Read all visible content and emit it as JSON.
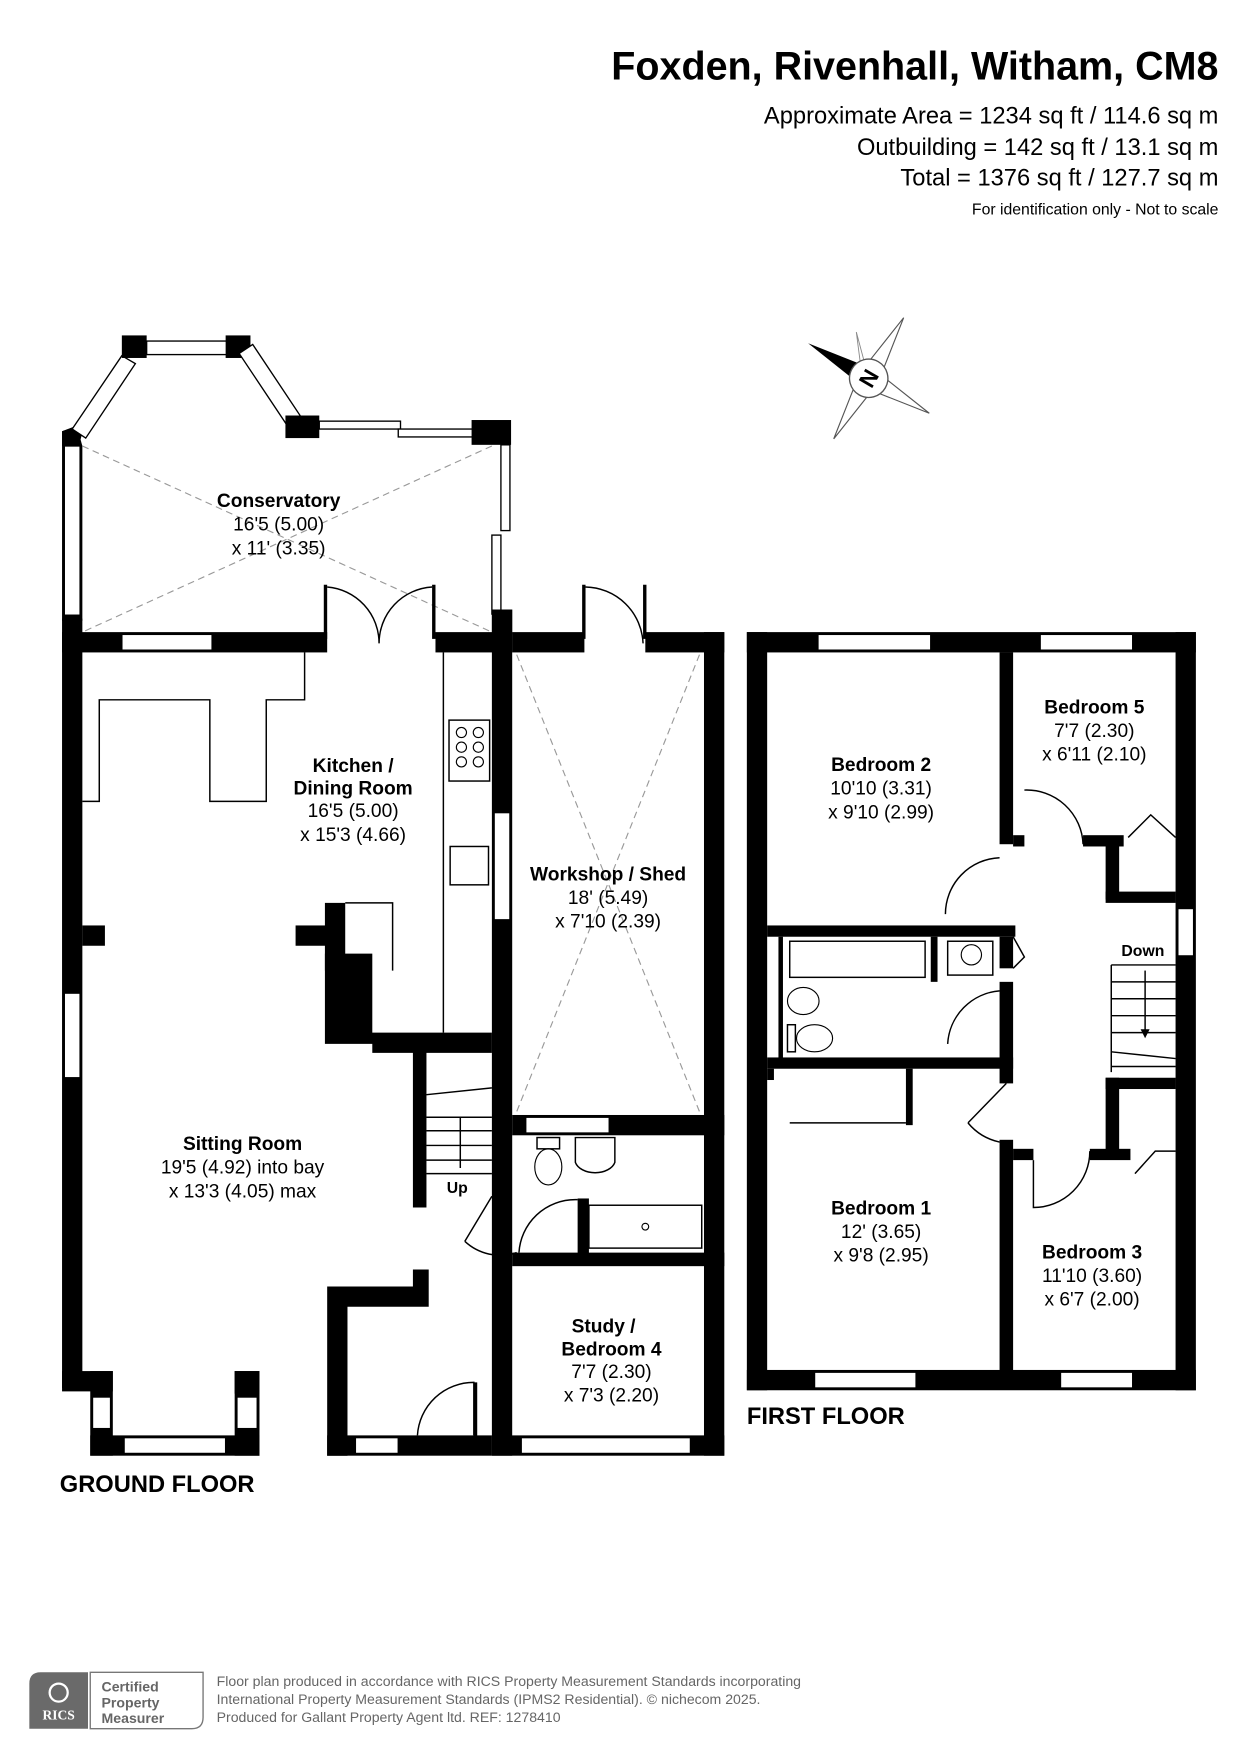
{
  "header": {
    "title": "Foxden, Rivenhall, Witham, CM8",
    "approx_area": "Approximate Area = 1234 sq ft / 114.6 sq m",
    "outbuilding": "Outbuilding = 142 sq ft / 13.1 sq m",
    "total": "Total = 1376 sq ft / 127.7 sq m",
    "disclaimer": "For identification only - Not to scale"
  },
  "compass": {
    "label": "N"
  },
  "ground_floor": {
    "label": "GROUND FLOOR",
    "rooms": [
      {
        "name": "Conservatory",
        "dim1": "16'5 (5.00)",
        "dim2": "x 11' (3.35)"
      },
      {
        "name_line1": "Kitchen /",
        "name_line2": "Dining Room",
        "dim1": "16'5 (5.00)",
        "dim2": "x 15'3 (4.66)"
      },
      {
        "name": "Workshop / Shed",
        "dim1": "18' (5.49)",
        "dim2": "x 7'10 (2.39)"
      },
      {
        "name": "Sitting Room",
        "dim1": "19'5 (4.92) into bay",
        "dim2": "x 13'3 (4.05) max"
      },
      {
        "name_line1": "Study /",
        "name_line2": "Bedroom 4",
        "dim1": "7'7 (2.30)",
        "dim2": "x 7'3 (2.20)"
      }
    ],
    "stairs_label": "Up"
  },
  "first_floor": {
    "label": "FIRST FLOOR",
    "rooms": [
      {
        "name": "Bedroom 2",
        "dim1": "10'10 (3.31)",
        "dim2": "x 9'10 (2.99)"
      },
      {
        "name": "Bedroom 5",
        "dim1": "7'7 (2.30)",
        "dim2": "x 6'11 (2.10)"
      },
      {
        "name": "Bedroom 1",
        "dim1": "12' (3.65)",
        "dim2": "x 9'8 (2.95)"
      },
      {
        "name": "Bedroom 3",
        "dim1": "11'10 (3.60)",
        "dim2": "x 6'7 (2.00)"
      }
    ],
    "stairs_label": "Down"
  },
  "footer": {
    "badge_logo": "RICS",
    "badge_line1": "Certified",
    "badge_line2": "Property",
    "badge_line3": "Measurer",
    "line1": "Floor plan produced in accordance with RICS Property Measurement Standards incorporating",
    "line2": "International Property Measurement Standards (IPMS2 Residential).   © nichecom 2025.",
    "line3": "Produced for Gallant Property Agent ltd.   REF:  1278410"
  }
}
